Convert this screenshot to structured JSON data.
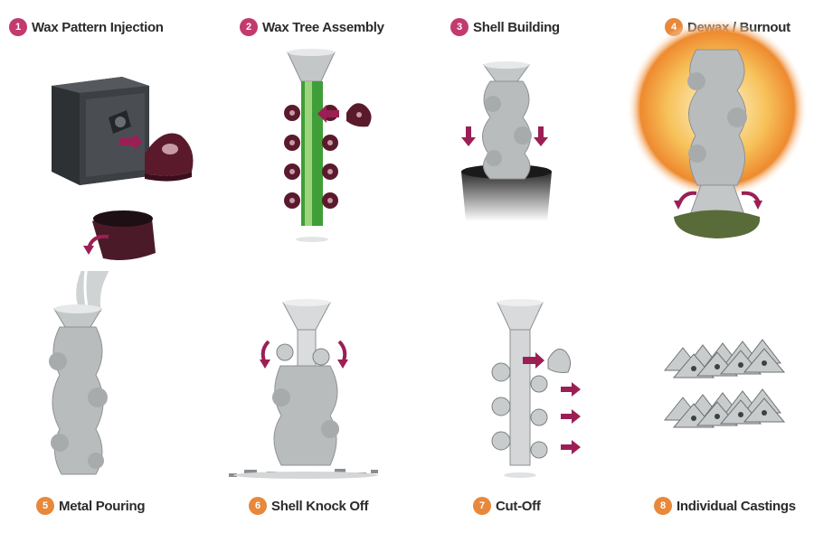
{
  "colors": {
    "badge_top": "#c23a6e",
    "badge_top_4": "#e8883a",
    "badge_bottom": "#e8883a",
    "arrow": "#9b1f55",
    "wax": "#5a1a2c",
    "shell": "#b9bcbd",
    "metal": "#c8cccd",
    "die": "#3a3d40",
    "sprue_green": "#3f9e38",
    "glow": "#f7b04a"
  },
  "steps": [
    {
      "number": "1",
      "label": "Wax Pattern Injection",
      "icon": "injection-die-icon"
    },
    {
      "number": "2",
      "label": "Wax Tree Assembly",
      "icon": "wax-tree-icon"
    },
    {
      "number": "3",
      "label": "Shell Building",
      "icon": "slurry-dip-icon"
    },
    {
      "number": "4",
      "label": "Dewax / Burnout",
      "icon": "burnout-furnace-icon"
    },
    {
      "number": "5",
      "label": "Metal Pouring",
      "icon": "ladle-pour-icon"
    },
    {
      "number": "6",
      "label": "Shell Knock Off",
      "icon": "knock-off-icon"
    },
    {
      "number": "7",
      "label": "Cut-Off",
      "icon": "cut-off-icon"
    },
    {
      "number": "8",
      "label": "Individual Castings",
      "icon": "castings-pile-icon"
    }
  ]
}
